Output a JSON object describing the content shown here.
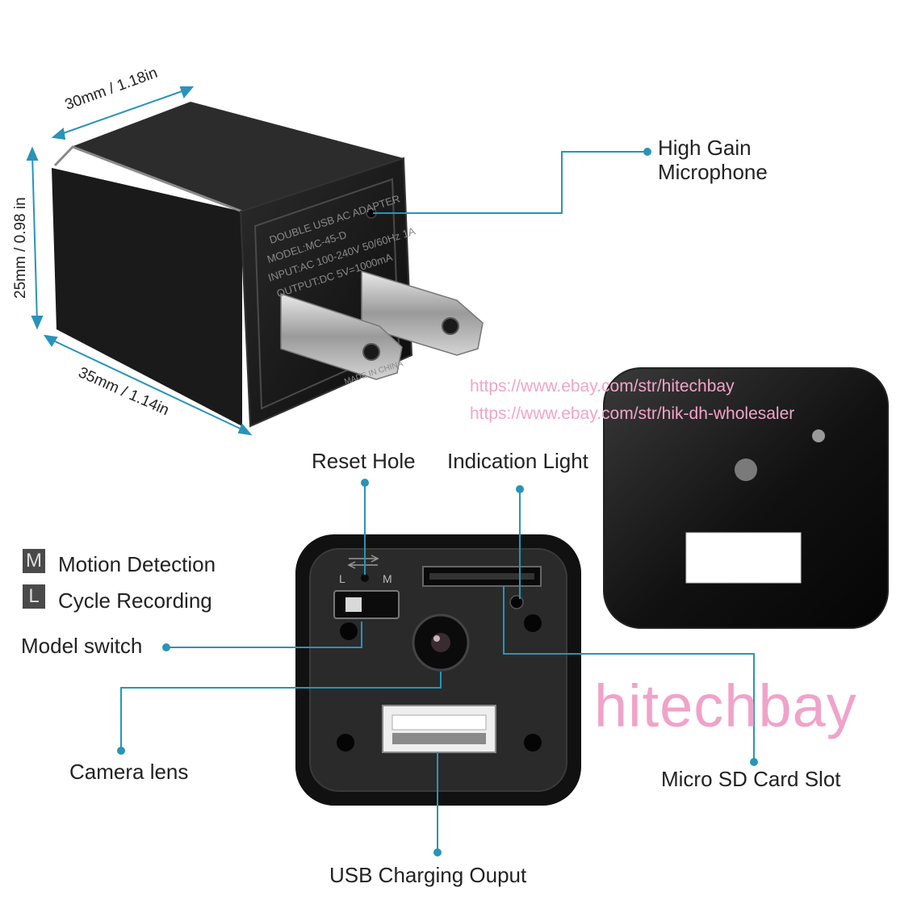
{
  "dimensions": {
    "width": "30mm / 1.18in",
    "height": "25mm / 0.98 in",
    "depth": "35mm / 1.14in"
  },
  "adapter_print": {
    "line1": "DOUBLE USB AC ADAPTER",
    "line2": "MODEL:MC-45-D",
    "line3": "INPUT:AC 100-240V 50/60Hz 1A",
    "line4": "OUTPUT:DC 5V=1000mA",
    "made_in": "MADE IN CHINA"
  },
  "callouts": {
    "microphone_line1": "High Gain",
    "microphone_line2": "Microphone",
    "reset_hole": "Reset Hole",
    "indication_light": "Indication Light",
    "model_switch": "Model switch",
    "camera_lens": "Camera lens",
    "usb_output": "USB Charging Ouput",
    "sd_slot": "Micro SD Card Slot"
  },
  "legend": [
    {
      "key": "M",
      "label": "Motion Detection"
    },
    {
      "key": "L",
      "label": "Cycle Recording"
    }
  ],
  "switch_marks": {
    "left": "L",
    "right": "M"
  },
  "watermarks": {
    "url1": "https://www.ebay.com/str/hitechbay",
    "url2": "https://www.ebay.com/str/hik-dh-wholesaler",
    "brand": "hitechbay"
  },
  "colors": {
    "callout_line": "#2a93b8",
    "dimension_line": "#2a93b8",
    "watermark": "#f3a4c8",
    "device_body": "#151515"
  }
}
